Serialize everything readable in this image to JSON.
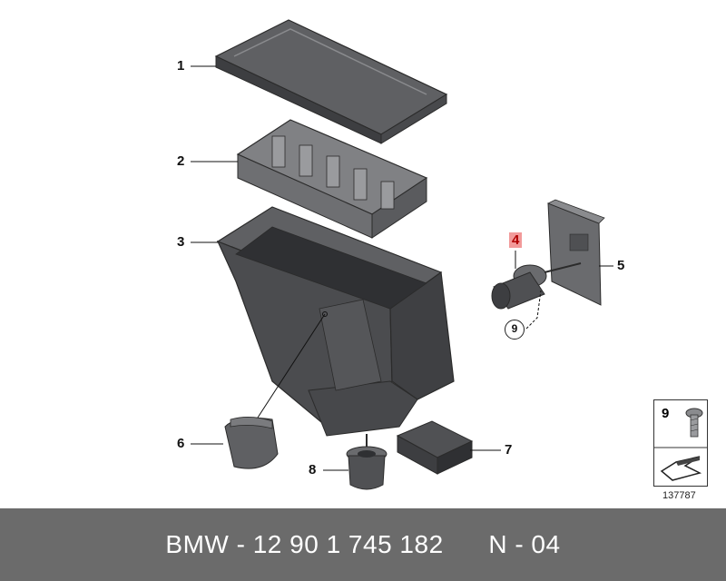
{
  "callouts": {
    "c1": "1",
    "c2": "2",
    "c3": "3",
    "c4": "4",
    "c5": "5",
    "c6": "6",
    "c7": "7",
    "c8": "8",
    "c9": "9"
  },
  "legend": {
    "label": "9"
  },
  "drawing_id": "137787",
  "footer": {
    "text": "BMW - 12 90 1 745 182      N - 04"
  },
  "colors": {
    "part_fill": "#5f6063",
    "part_dark": "#3d3e41",
    "part_light": "#8a8b8e",
    "footer_bg": "#6b6b6b",
    "highlight": "#f29a9a"
  }
}
